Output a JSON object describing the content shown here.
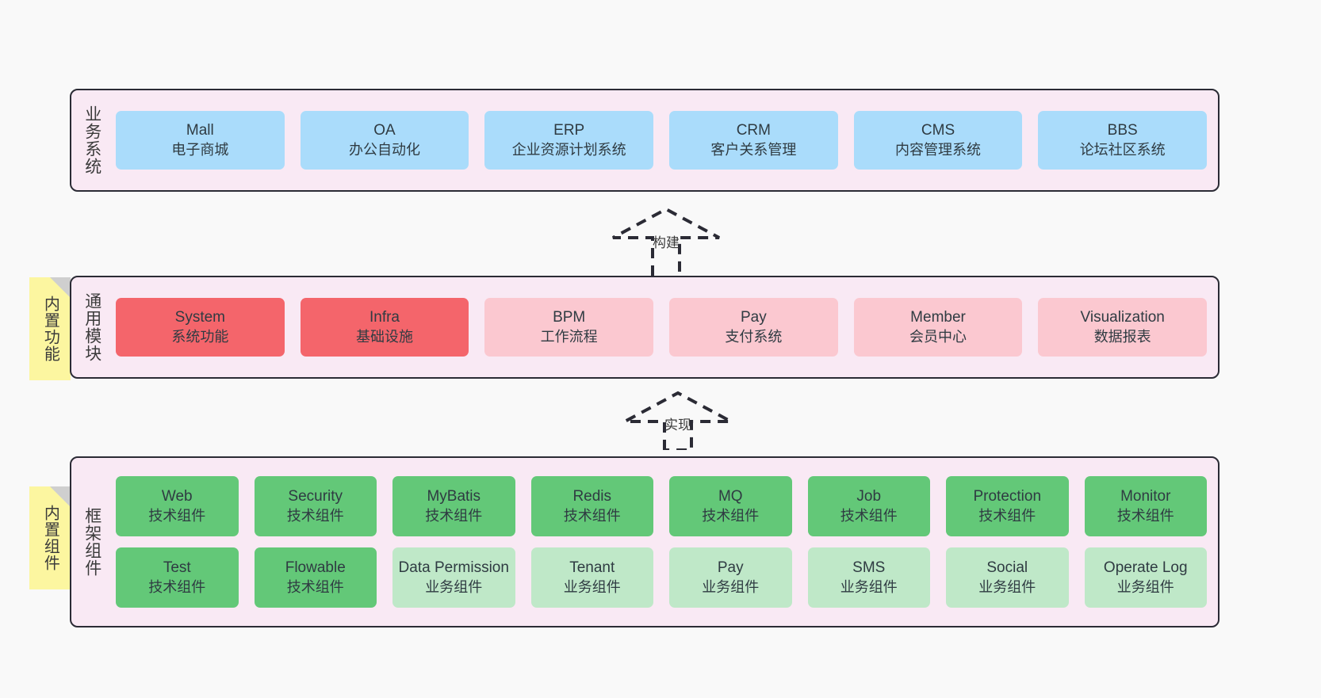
{
  "colors": {
    "canvas_bg": "#f9f9f9",
    "band_bg": "#f9e9f4",
    "band_border": "#2b2b35",
    "note_bg": "#fcf6a0",
    "note_fold": "#cfcfcf",
    "business_cell": "#aadcfb",
    "core_module_cell": "#f4656b",
    "module_cell": "#fbc8d0",
    "tech_component_cell": "#63c878",
    "business_component_cell": "#bfe8c8",
    "text": "#2f3b42"
  },
  "layers": {
    "business": {
      "title": "业务系统",
      "items": [
        {
          "name": "Mall",
          "desc": "电子商城",
          "style": "blue"
        },
        {
          "name": "OA",
          "desc": "办公自动化",
          "style": "blue"
        },
        {
          "name": "ERP",
          "desc": "企业资源计划系统",
          "style": "blue"
        },
        {
          "name": "CRM",
          "desc": "客户关系管理",
          "style": "blue"
        },
        {
          "name": "CMS",
          "desc": "内容管理系统",
          "style": "blue"
        },
        {
          "name": "BBS",
          "desc": "论坛社区系统",
          "style": "blue"
        }
      ]
    },
    "common": {
      "title": "通用模块",
      "note": "内置功能",
      "items": [
        {
          "name": "System",
          "desc": "系统功能",
          "style": "red"
        },
        {
          "name": "Infra",
          "desc": "基础设施",
          "style": "red"
        },
        {
          "name": "BPM",
          "desc": "工作流程",
          "style": "pink"
        },
        {
          "name": "Pay",
          "desc": "支付系统",
          "style": "pink"
        },
        {
          "name": "Member",
          "desc": "会员中心",
          "style": "pink"
        },
        {
          "name": "Visualization",
          "desc": "数据报表",
          "style": "pink"
        }
      ]
    },
    "framework": {
      "title": "框架组件",
      "note": "内置组件",
      "row1": [
        {
          "name": "Web",
          "desc": "技术组件",
          "style": "green"
        },
        {
          "name": "Security",
          "desc": "技术组件",
          "style": "green"
        },
        {
          "name": "MyBatis",
          "desc": "技术组件",
          "style": "green"
        },
        {
          "name": "Redis",
          "desc": "技术组件",
          "style": "green"
        },
        {
          "name": "MQ",
          "desc": "技术组件",
          "style": "green"
        },
        {
          "name": "Job",
          "desc": "技术组件",
          "style": "green"
        },
        {
          "name": "Protection",
          "desc": "技术组件",
          "style": "green"
        },
        {
          "name": "Monitor",
          "desc": "技术组件",
          "style": "green"
        }
      ],
      "row2": [
        {
          "name": "Test",
          "desc": "技术组件",
          "style": "green"
        },
        {
          "name": "Flowable",
          "desc": "技术组件",
          "style": "green"
        },
        {
          "name": "Data Permission",
          "desc": "业务组件",
          "style": "lightgreen"
        },
        {
          "name": "Tenant",
          "desc": "业务组件",
          "style": "lightgreen"
        },
        {
          "name": "Pay",
          "desc": "业务组件",
          "style": "lightgreen"
        },
        {
          "name": "SMS",
          "desc": "业务组件",
          "style": "lightgreen"
        },
        {
          "name": "Social",
          "desc": "业务组件",
          "style": "lightgreen"
        },
        {
          "name": "Operate Log",
          "desc": "业务组件",
          "style": "lightgreen"
        }
      ]
    }
  },
  "arrows": {
    "build": {
      "label": "构建"
    },
    "implement": {
      "label": "实现"
    }
  }
}
